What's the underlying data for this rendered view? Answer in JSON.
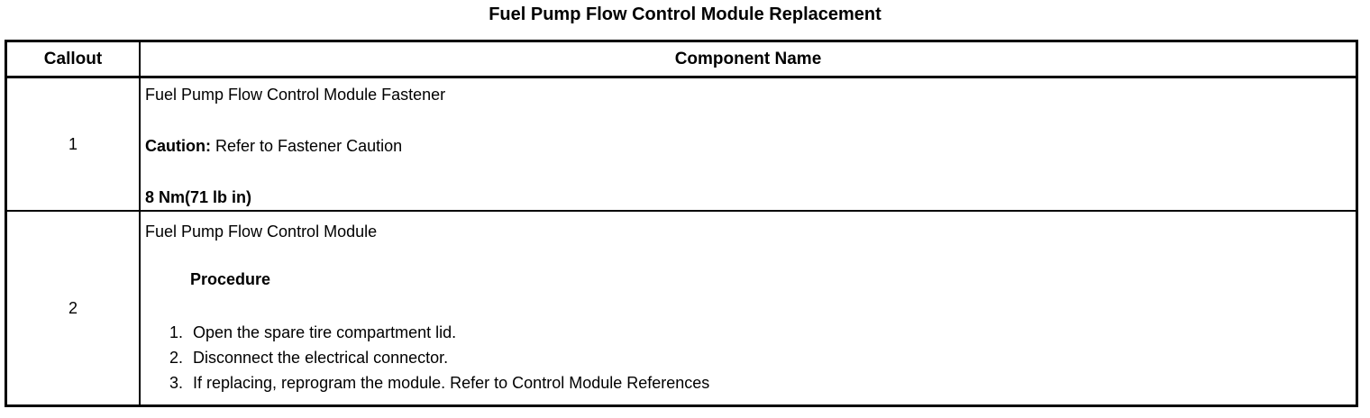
{
  "title": "Fuel Pump Flow Control Module Replacement",
  "table": {
    "header": {
      "callout": "Callout",
      "component_name": "Component Name"
    },
    "row1": {
      "callout": "1",
      "component": "Fuel Pump Flow Control Module Fastener",
      "caution_label": "Caution:",
      "caution_text": "Refer to Fastener Caution",
      "torque_spec": "8 Nm(71 lb in)"
    },
    "row2": {
      "callout": "2",
      "component": "Fuel Pump Flow Control Module",
      "procedure_heading": "Procedure",
      "steps": [
        {
          "num": "1.",
          "text": "Open the spare tire compartment lid."
        },
        {
          "num": "2.",
          "text": "Disconnect the electrical connector."
        },
        {
          "num": "3.",
          "text": "If replacing, reprogram the module. Refer to Control Module References"
        }
      ]
    }
  }
}
